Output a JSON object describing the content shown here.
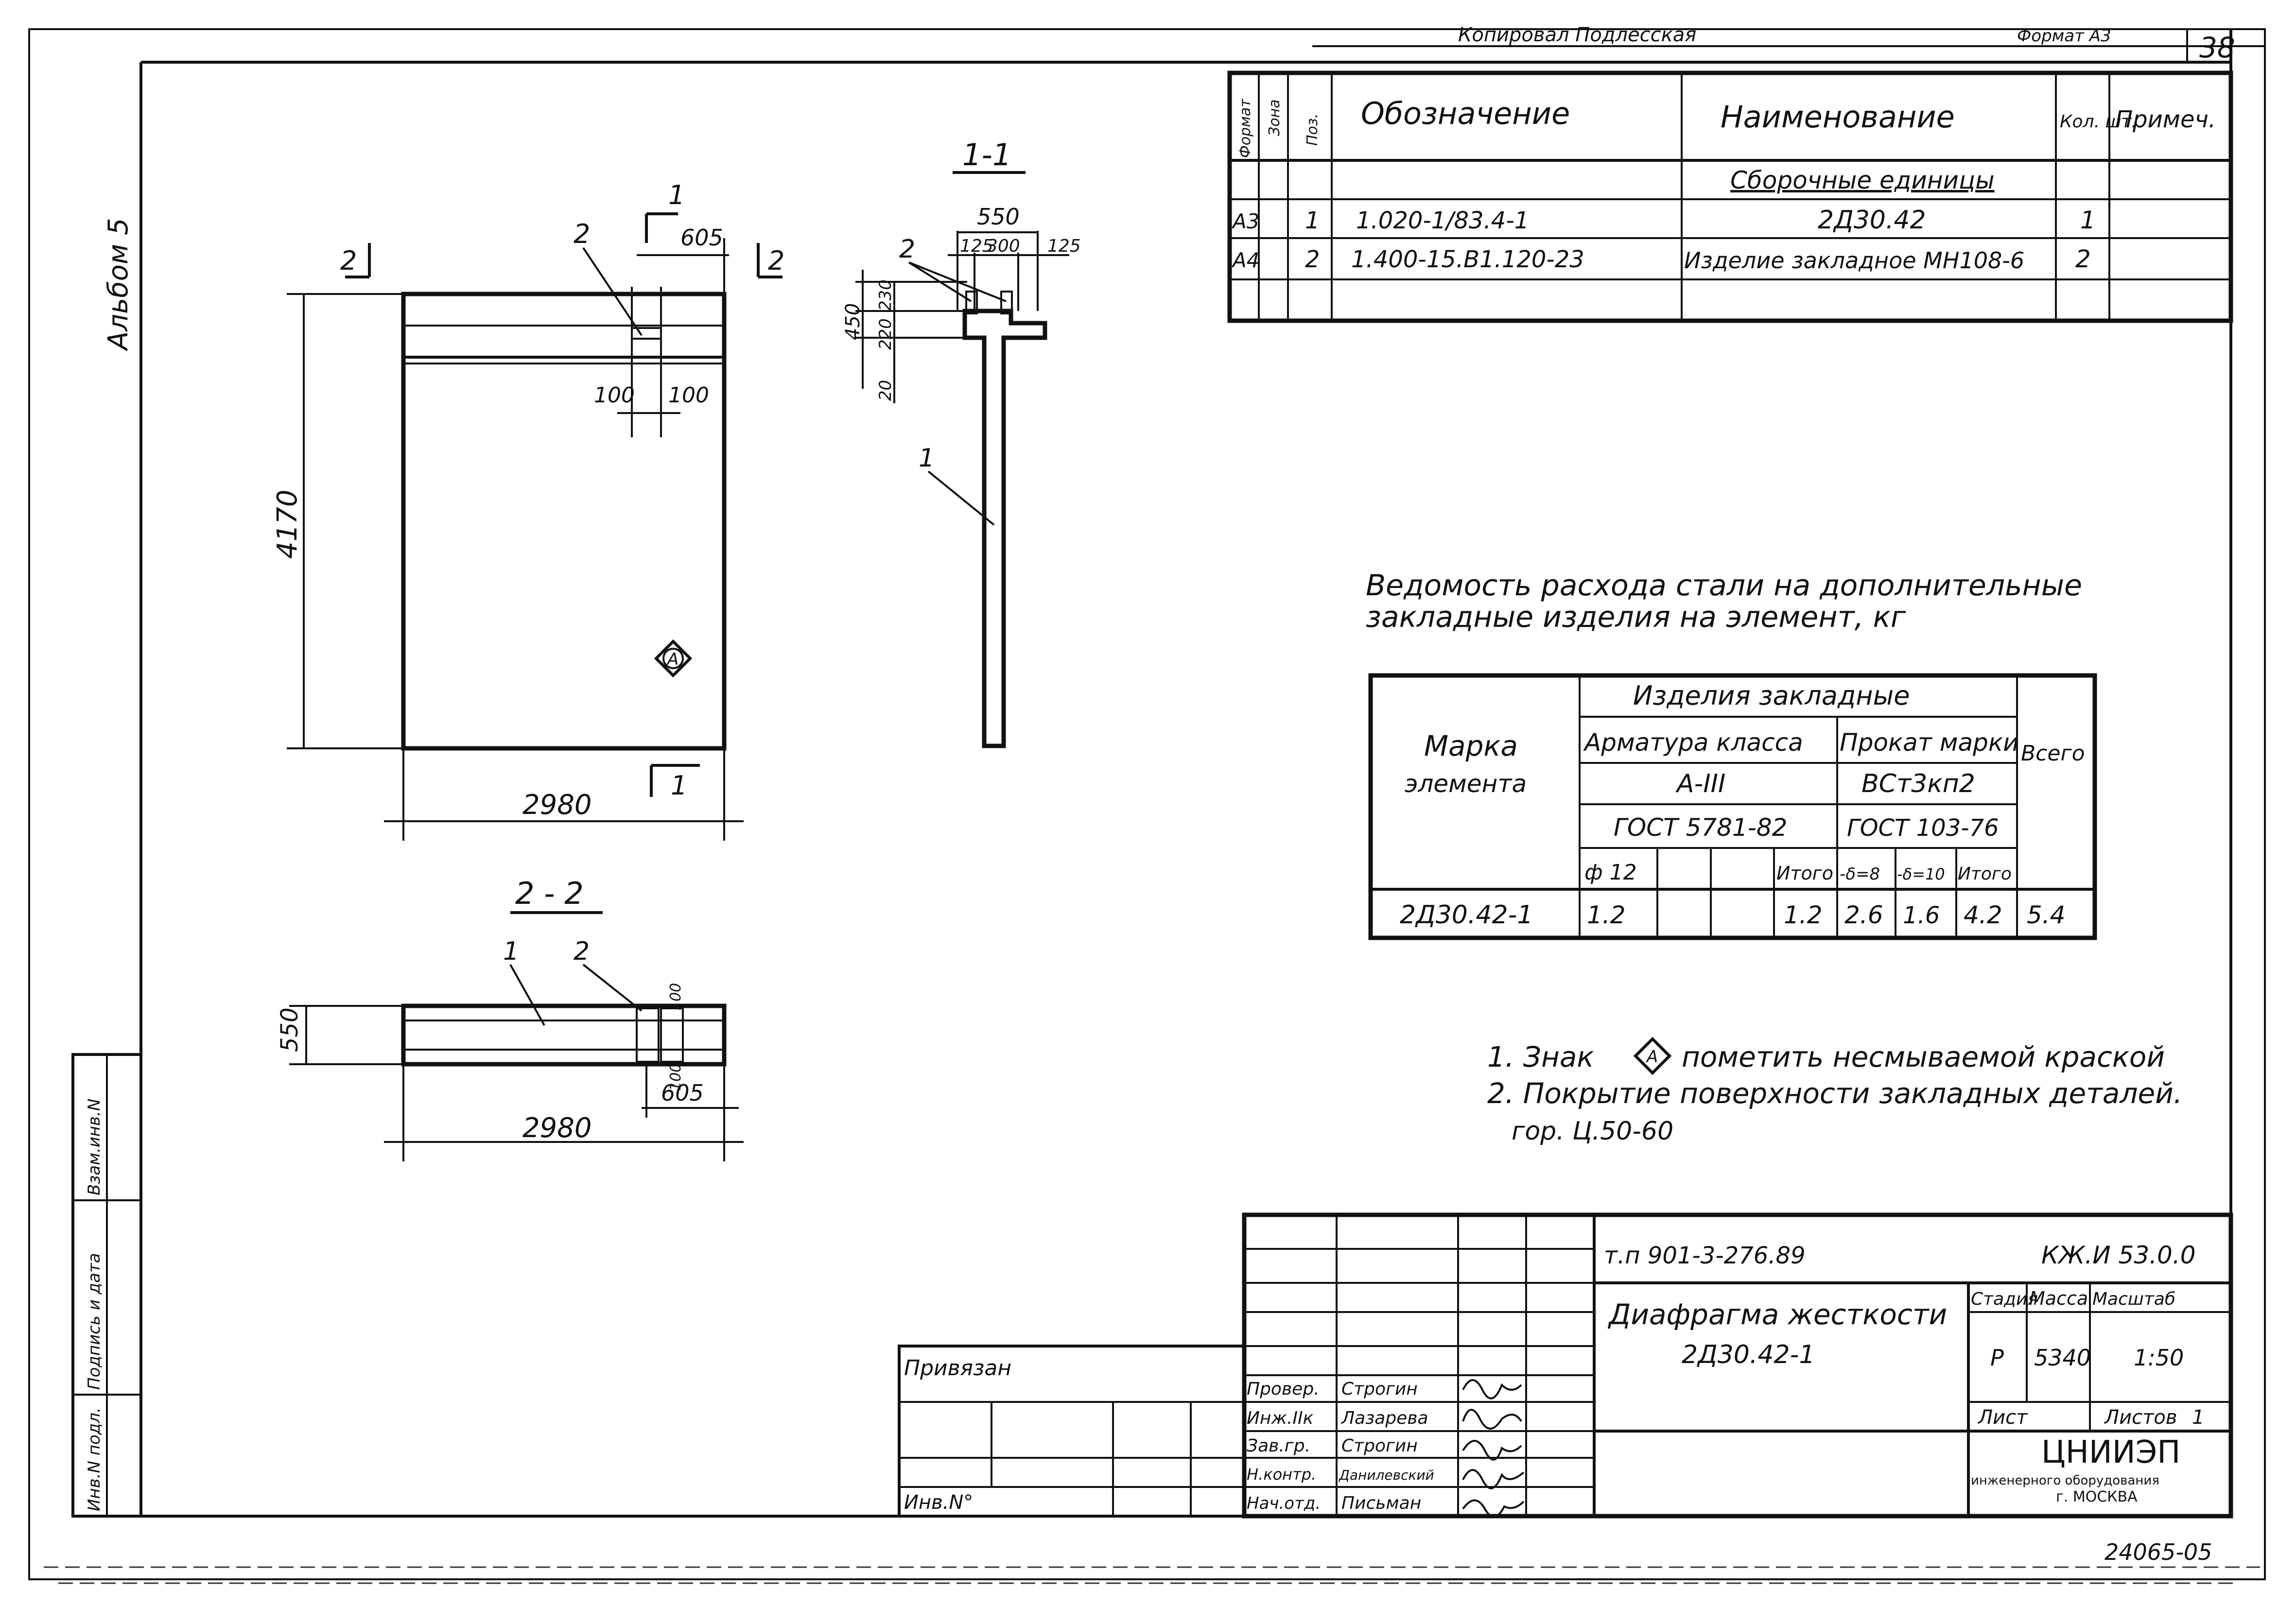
{
  "header": {
    "copy_note": "Копировал Подлесская",
    "format_note": "Формат А3",
    "sheet_number": "38"
  },
  "album_label": "Альбом 5",
  "left_stamp": {
    "cells": [
      "Инв.N подл.",
      "Подпись и дата",
      "Взам.инв.N"
    ]
  },
  "spec_table": {
    "headers": [
      "Формат",
      "Зона",
      "Поз.",
      "Обозначение",
      "Наименование",
      "Кол. шт.",
      "Примеч."
    ],
    "section_title": "Сборочные единицы",
    "rows": [
      {
        "format": "А3",
        "zone": "",
        "pos": "1",
        "designation": "1.020-1/83.4-1",
        "name": "2Д30.42",
        "qty": "1",
        "note": ""
      },
      {
        "format": "А4",
        "zone": "",
        "pos": "2",
        "designation": "1.400-15.В1.120-23",
        "name": "Изделие закладное МН108-6",
        "qty": "2",
        "note": ""
      }
    ]
  },
  "drawing": {
    "front_view": {
      "height_dim": "4170",
      "width_dim": "2980",
      "offset_dim": "605",
      "insert_gap_left": "100",
      "insert_gap_right": "100",
      "section_mark_1": "1",
      "section_mark_2": "2",
      "marker_label": "А",
      "pos_label": "2"
    },
    "section_1_1": {
      "title": "1-1",
      "dim_total": "550",
      "dim_a": "125",
      "dim_b": "300",
      "dim_c": "125",
      "dim_h": "450",
      "dim_220": "220",
      "dim_230": "230",
      "dim_20": "20",
      "pos_1": "1",
      "pos_2": "2"
    },
    "section_2_2": {
      "title": "2 - 2",
      "height_dim": "550",
      "width_dim": "2980",
      "offset_dim": "605",
      "dim_100a": "100",
      "dim_100b": "100",
      "pos_1": "1",
      "pos_2": "2"
    }
  },
  "steel_table": {
    "title_line1": "Ведомость расхода стали на дополнительные",
    "title_line2": "закладные изделия на элемент, кг",
    "group_header": "Изделия закладные",
    "mark_header_1": "Марка",
    "mark_header_2": "элемента",
    "rebar_header": "Арматура класса",
    "rebar_class": "А-III",
    "rebar_gost": "ГОСТ 5781-82",
    "rolled_header": "Прокат марки",
    "rolled_grade": "ВСт3кп2",
    "rolled_gost": "ГОСТ 103-76",
    "total_header": "Всего",
    "subcols": [
      "ф 12",
      "",
      "",
      "Итого",
      "-δ=8",
      "-δ=10",
      "Итого"
    ],
    "row": {
      "mark": "2Д30.42-1",
      "values": [
        "1.2",
        "",
        "",
        "1.2",
        "2.6",
        "1.6",
        "4.2"
      ],
      "total": "5.4"
    }
  },
  "notes": {
    "n1_prefix": "1. Знак",
    "n1_marker": "А",
    "n1_suffix": "пометить несмываемой краской",
    "n2_line1": "2. Покрытие поверхности закладных деталей.",
    "n2_line2": "гор. Ц.50-60"
  },
  "title_block": {
    "doc_code": "т.п 901-3-276.89",
    "drawing_code": "КЖ.И 53.0.0",
    "title_line1": "Диафрагма жесткости",
    "title_line2": "2Д30.42-1",
    "stage_header": "Стадия",
    "mass_header": "Масса",
    "scale_header": "Масштаб",
    "stage": "Р",
    "mass": "5340",
    "scale": "1:50",
    "sheet_label": "Лист",
    "sheets_label": "Листов",
    "sheets_count": "1",
    "org_name": "ЦНИИЭП",
    "org_sub1": "инженерного оборудования",
    "org_sub2": "г. МОСКВА",
    "attached_label": "Привязан",
    "inv_label": "Инв.N°",
    "roles": [
      "Провер.",
      "Инж.IIк",
      "Зав.гр.",
      "Н.контр.",
      "Нач.отд."
    ],
    "names": [
      "Строгин",
      "Лазарева",
      "Строгин",
      "Данилевский",
      "Письман"
    ]
  },
  "footer_code": "24065-05"
}
